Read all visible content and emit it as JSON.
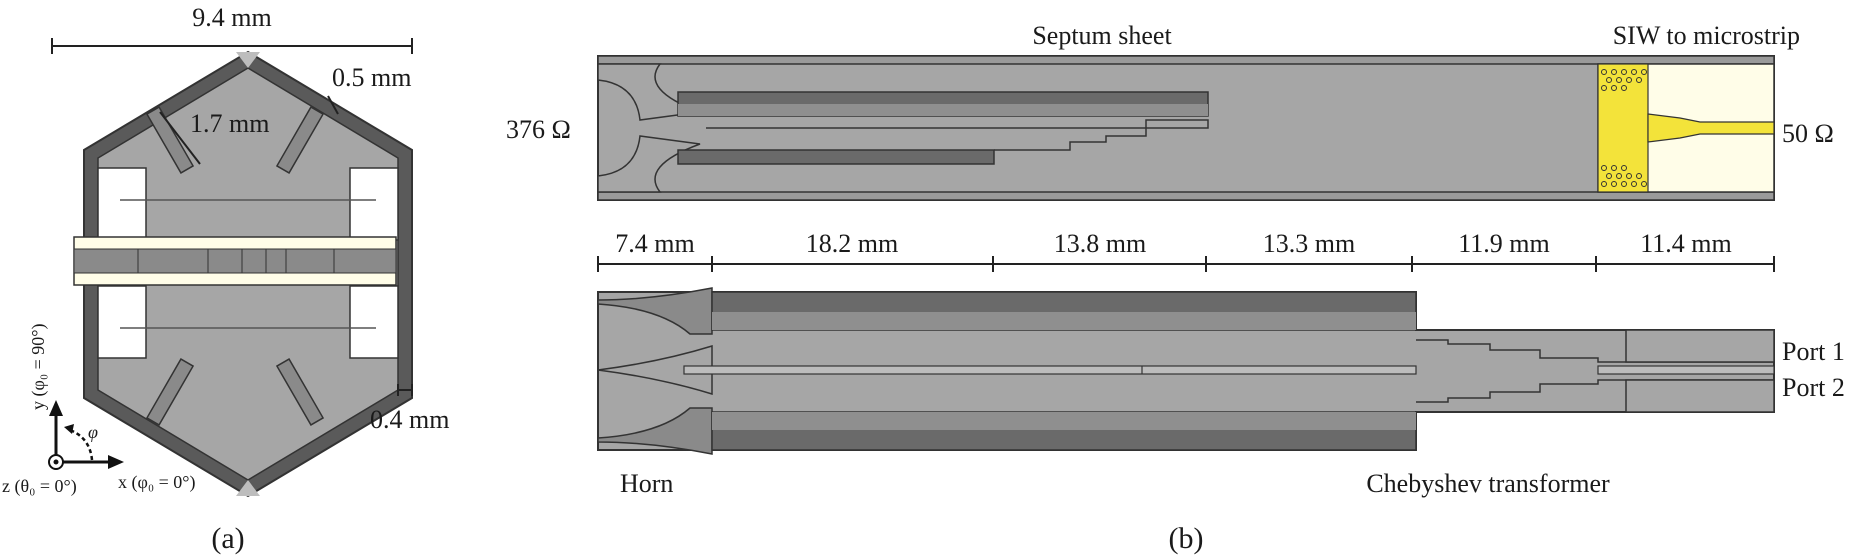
{
  "panel_a": {
    "caption": "(a)",
    "dim_width": "9.4 mm",
    "dim_wall": "0.5 mm",
    "dim_slot": "1.7 mm",
    "dim_gap": "0.4 mm",
    "axis_y": "y (φ₀ = 90°)",
    "axis_x": "x (φ₀ = 0°)",
    "axis_z": "z (θ₀ = 0°)",
    "axis_phi": "φ"
  },
  "panel_b": {
    "caption": "(b)",
    "label_septum": "Septum sheet",
    "label_siw": "SIW to microstrip",
    "label_impedance_in": "376 Ω",
    "label_impedance_out": "50 Ω",
    "segments": [
      "7.4 mm",
      "18.2 mm",
      "13.8 mm",
      "13.3 mm",
      "11.9 mm",
      "11.4 mm"
    ],
    "label_port1": "Port 1",
    "label_port2": "Port 2",
    "label_horn": "Horn",
    "label_chebyshev": "Chebyshev transformer"
  },
  "colors": {
    "metal": "#a6a6a6",
    "metal_dark": "#5a5a5a",
    "metal_mid": "#808080",
    "outline": "#333333",
    "substrate": "#fffde8",
    "copper": "#f3e33a"
  }
}
